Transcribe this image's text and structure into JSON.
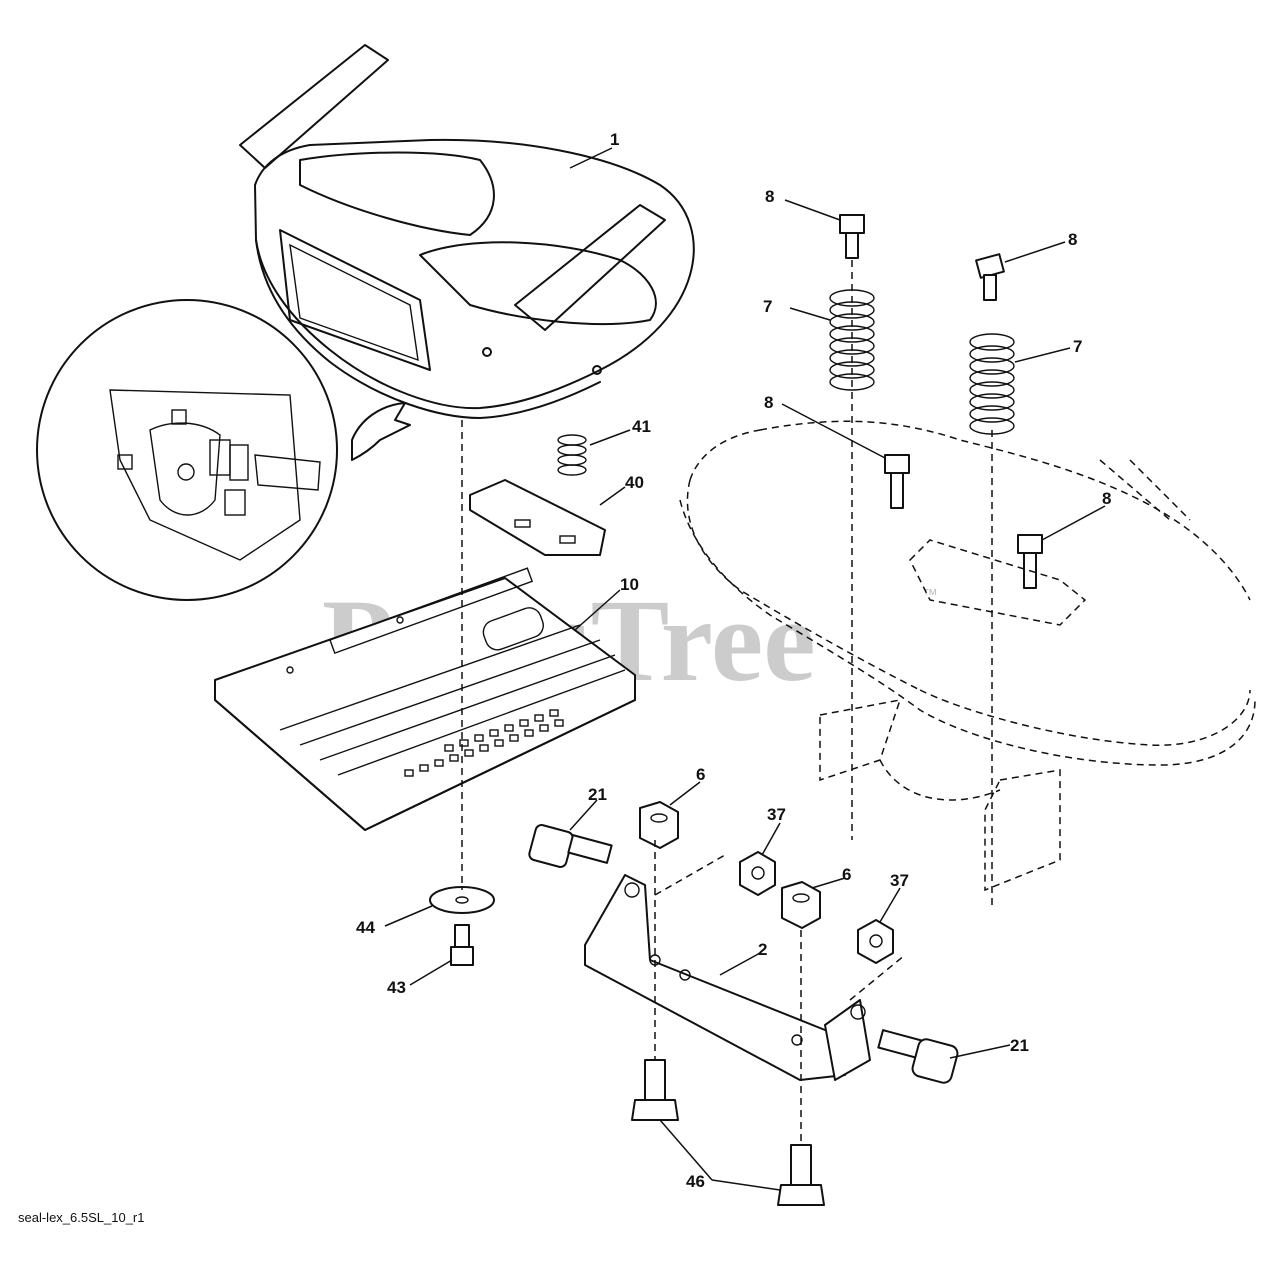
{
  "watermark": {
    "text": "PartsTree",
    "trademark": "™"
  },
  "caption": "seal-lex_6.5SL_10_r1",
  "callouts": {
    "seat": "1",
    "bracket": "2",
    "nut_left": "6",
    "nut_right": "6",
    "spring_left": "7",
    "spring_right": "7",
    "bolt_top_left": "8",
    "bolt_top_right": "8",
    "bolt_mid_left": "8",
    "bolt_mid_right": "8",
    "pan": "10",
    "shoulder_bolt_left": "21",
    "shoulder_bolt_right": "21",
    "locknut_left": "37",
    "locknut_right": "37",
    "latch": "40",
    "spring_small": "41",
    "screw": "43",
    "washer": "44",
    "flange_bolts": "46"
  }
}
